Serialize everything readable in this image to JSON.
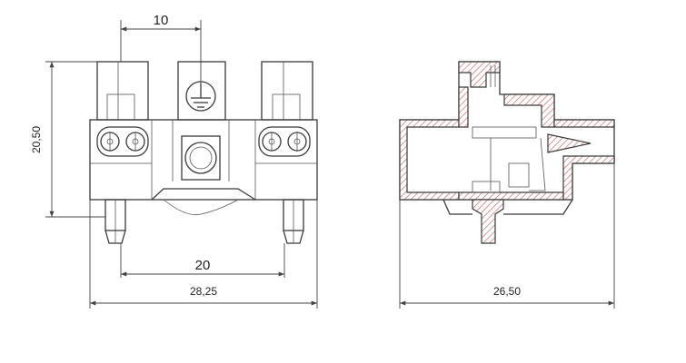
{
  "dimensions": {
    "pitch": "10",
    "height": "20,50",
    "pin_spacing": "20",
    "overall_width": "28,25",
    "side_width": "26,50"
  },
  "colors": {
    "line": "#3a3a3a",
    "hatch": "#c25a5a",
    "background": "#ffffff"
  },
  "icons": {
    "ground_symbol": "ground-icon"
  }
}
